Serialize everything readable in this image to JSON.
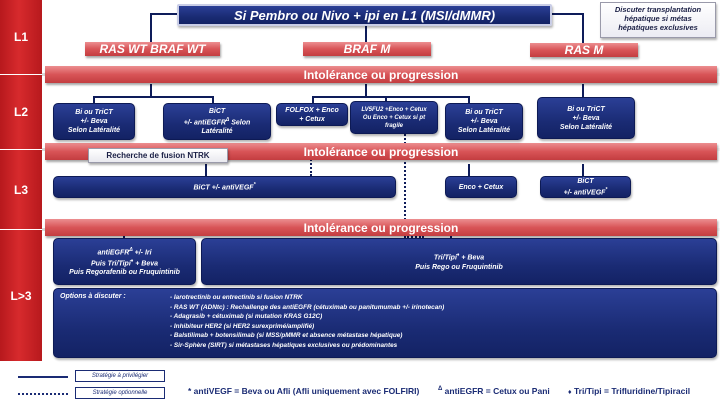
{
  "title": "Si Pembro ou Nivo + ipi en L1 (MSI/dMMR)",
  "transplant_note": [
    "Discuter transplantation",
    "hépatique si métas",
    "hépatiques exclusives"
  ],
  "lines": [
    "L1",
    "L2",
    "L3",
    "L>3"
  ],
  "groups": [
    "RAS WT BRAF WT",
    "BRAF M",
    "RAS M"
  ],
  "intolerance": "Intolérance ou progression",
  "l2": {
    "b1": [
      "Bi ou TriCT",
      "+/- Beva",
      "Selon Latéralité"
    ],
    "b2": [
      "BiCT",
      "+/- antiEGFR",
      "Δ",
      " Selon",
      "Latéralité"
    ],
    "b3": [
      "FOLFOX + Enco",
      "+ Cetux"
    ],
    "b4": [
      "LV5FU2 +Enco + Cetux",
      "Ou Enco + Cetux si pt",
      "fragile"
    ],
    "b5": [
      "Bi ou TriCT",
      "+/- Beva",
      "Selon Latéralité"
    ],
    "b6": [
      "Bi ou TriCT",
      "+/- Beva",
      "Selon Latéralité"
    ]
  },
  "ntrk": "Recherche de fusion NTRK",
  "l3": {
    "main": [
      "BiCT +/- antiVEGF",
      "*"
    ],
    "enco": "Enco + Cetux",
    "bict": [
      "BiCT",
      "+/- antiVEGF",
      "*"
    ]
  },
  "l4": {
    "left": [
      "antiEGFR",
      "Δ",
      " +/- Iri",
      "Puis Tri/Tipi",
      "♦",
      " + Beva",
      "Puis Regorafenib ou Fruquintinib"
    ],
    "right": [
      "Tri/Tipi",
      "♦",
      " + Beva",
      "Puis Rego ou Fruquintinib"
    ]
  },
  "options": {
    "label": "Options à discuter :",
    "items": [
      "- larotrectinib ou entrectinib  si fusion NTRK",
      "- RAS WT (ADNtc) : Rechallenge des antiEGFR (cétuximab ou panitumumab +/- irinotecan)",
      "- Adagrasib + cétuximab (si mutation KRAS G12C)",
      "- Inhibiteur HER2 (si HER2 surexprimé/amplifié)",
      "- Balstilimab + botensilimab (si MSS/pMMR et absence métastase hépatique)",
      "- Sir-Sphère (SIRT) si métastases hépatiques exclusives ou prédominantes"
    ]
  },
  "legend": {
    "preferred": "Stratégie à privilégier",
    "optional": "Stratégie optionnelle"
  },
  "footnotes": {
    "vegf_mark": "*",
    "vegf": " antiVEGF = Beva ou Afli (Afli uniquement avec FOLFIRI)",
    "egfr_mark": "Δ",
    "egfr": " antiEGFR = Cetux ou Pani",
    "tri_mark": "♦",
    "tri": " Tri/Tipi = Trifluridine/Tipiracil"
  },
  "colors": {
    "red": "#c62a2d",
    "navy": "#1a2b74",
    "banner": "#d85457"
  }
}
